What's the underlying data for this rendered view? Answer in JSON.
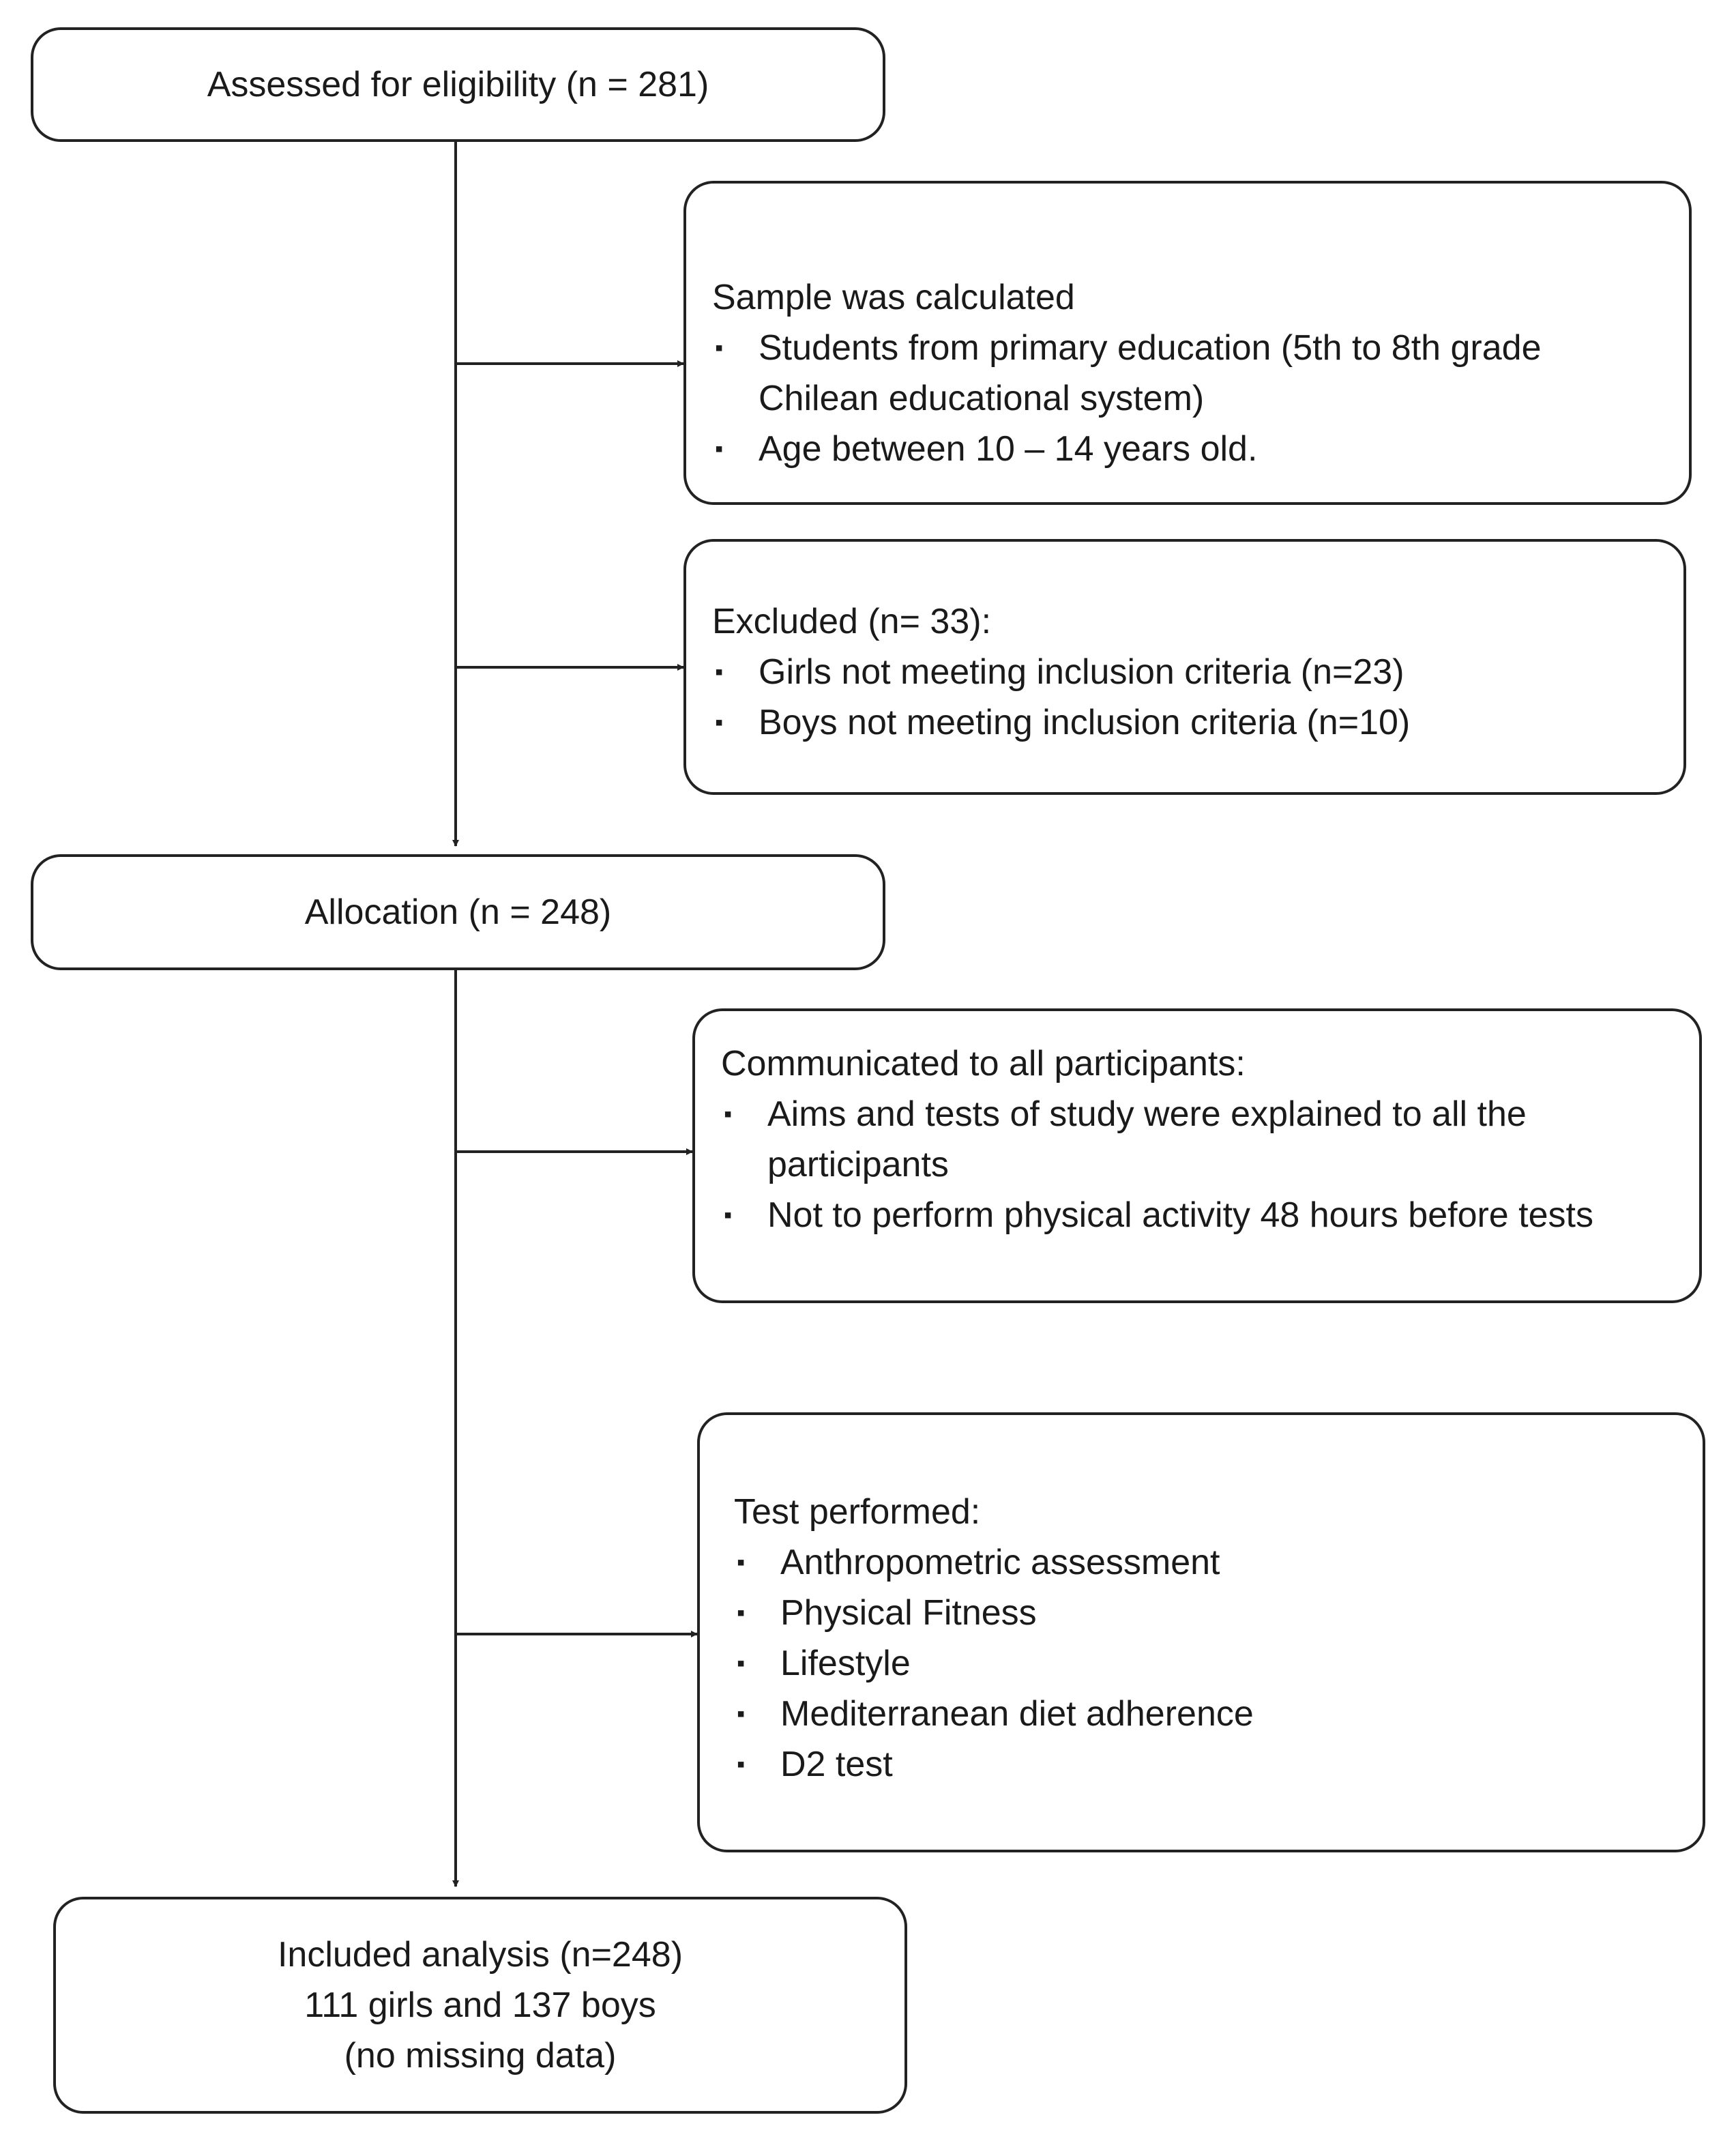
{
  "flow": {
    "assessed": {
      "text": "Assessed  for eligibility (n = 281)"
    },
    "sample": {
      "heading": "Sample was calculated",
      "items": [
        "Students from primary education (5th to 8th grade Chilean educational system)",
        "Age between  10 – 14 years old."
      ]
    },
    "excluded": {
      "heading": "Excluded (n= 33):",
      "items": [
        "Girls not meeting inclusion criteria (n=23)",
        "Boys not meeting inclusion criteria (n=10)"
      ]
    },
    "allocation": {
      "text": "Allocation (n = 248)"
    },
    "communicated": {
      "heading": "Communicated to all participants:",
      "items": [
        "Aims and tests of study were explained to all the participants",
        "Not to perform physical activity 48 hours before tests"
      ]
    },
    "tests": {
      "heading": "Test performed:",
      "items": [
        "Anthropometric assessment",
        "Physical Fitness",
        "Lifestyle",
        "Mediterranean diet adherence",
        "D2 test"
      ]
    },
    "included": {
      "lines": [
        "Included analysis (n=248)",
        "111 girls and 137 boys",
        "(no missing data)"
      ]
    }
  }
}
